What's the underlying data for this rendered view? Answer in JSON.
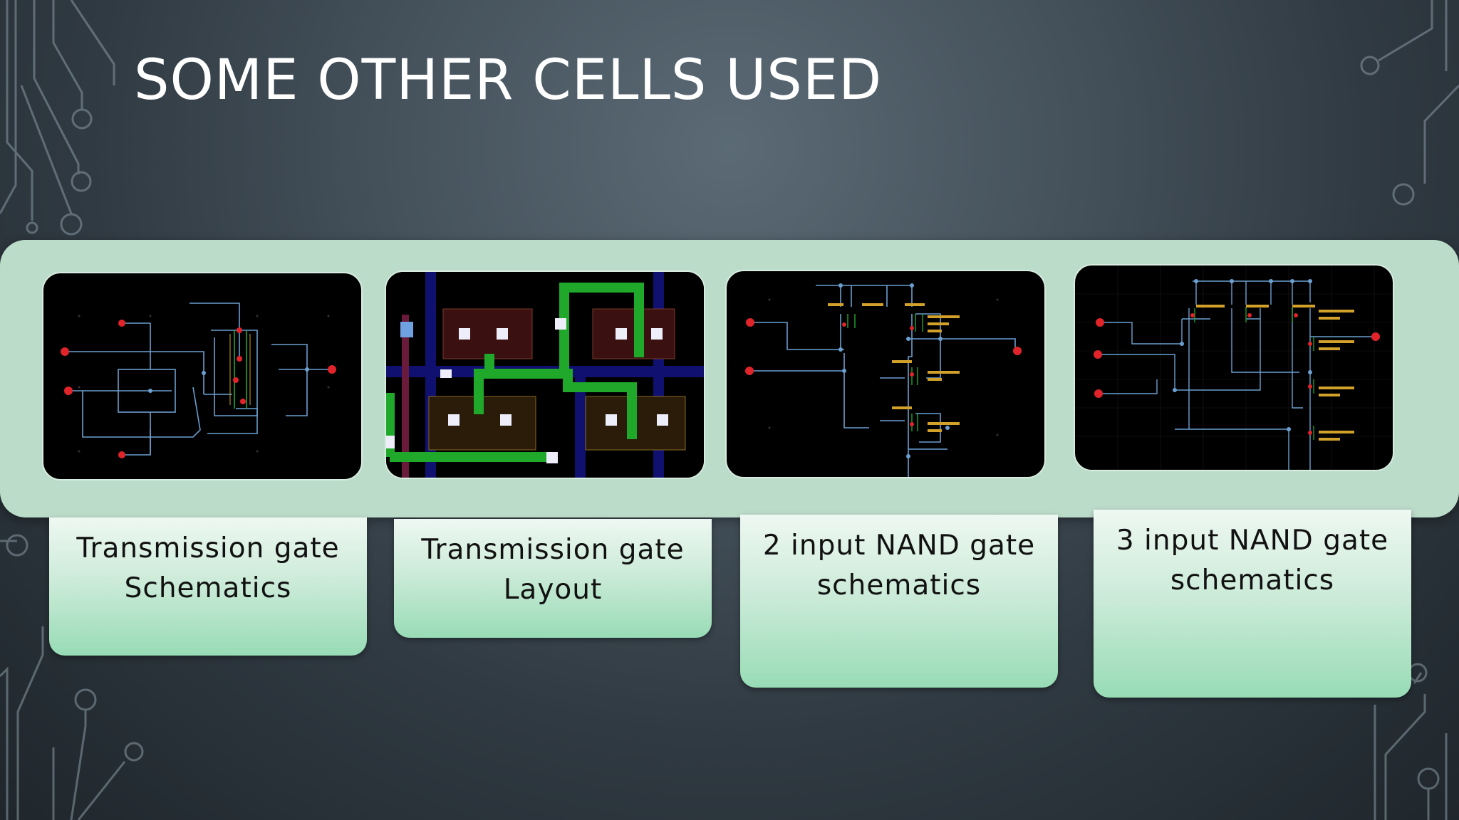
{
  "slide": {
    "title": "SOME OTHER CELLS USED",
    "panels": [
      {
        "line1": "Transmission gate",
        "line2": "Schematics",
        "image": "transmission-gate-schematic"
      },
      {
        "line1": "Transmission gate",
        "line2": "Layout",
        "image": "transmission-gate-layout"
      },
      {
        "line1": "2 input NAND gate",
        "line2": "schematics",
        "image": "nand2-schematic"
      },
      {
        "line1": "3 input NAND gate",
        "line2": "schematics",
        "image": "nand3-schematic"
      }
    ]
  },
  "colors": {
    "band": "#bcdcca",
    "caption_bottom": "#98dcb6",
    "wire": "#6b9fd0",
    "pin": "#e0242a",
    "layout_green": "#1fa82a"
  }
}
